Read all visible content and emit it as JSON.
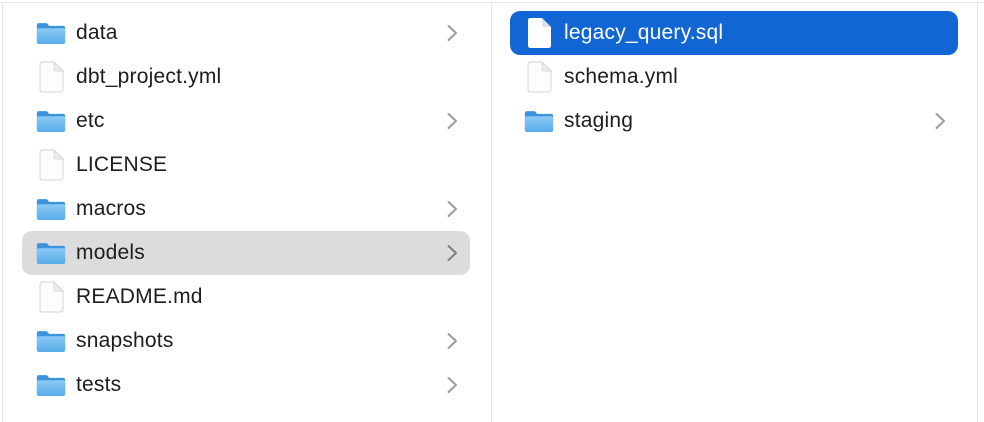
{
  "file_browser": {
    "view": "finder-column-view",
    "columns": [
      {
        "name": "column-left",
        "items": [
          {
            "label": "data",
            "type": "folder",
            "chevron": true,
            "selected": false
          },
          {
            "label": "dbt_project.yml",
            "type": "file",
            "chevron": false,
            "selected": false
          },
          {
            "label": "etc",
            "type": "folder",
            "chevron": true,
            "selected": false
          },
          {
            "label": "LICENSE",
            "type": "file",
            "chevron": false,
            "selected": false
          },
          {
            "label": "macros",
            "type": "folder",
            "chevron": true,
            "selected": false
          },
          {
            "label": "models",
            "type": "folder",
            "chevron": true,
            "selected": true,
            "selection_style": "inactive"
          },
          {
            "label": "README.md",
            "type": "file",
            "chevron": false,
            "selected": false
          },
          {
            "label": "snapshots",
            "type": "folder",
            "chevron": true,
            "selected": false
          },
          {
            "label": "tests",
            "type": "folder",
            "chevron": true,
            "selected": false
          }
        ]
      },
      {
        "name": "column-right",
        "items": [
          {
            "label": "legacy_query.sql",
            "type": "file",
            "chevron": false,
            "selected": true,
            "selection_style": "active"
          },
          {
            "label": "schema.yml",
            "type": "file",
            "chevron": false,
            "selected": false
          },
          {
            "label": "staging",
            "type": "folder",
            "chevron": true,
            "selected": false
          }
        ]
      }
    ]
  },
  "icons": {
    "folder-icon": "blue macOS folder",
    "document-icon": "blank page with folded top-right corner",
    "chevron-right-icon": "›"
  },
  "colors": {
    "selection_active": "#1166d3",
    "selection_inactive": "#dcdcdc",
    "text": "#1d1d1f",
    "text_selected": "#ffffff",
    "chevron": "#9b9b9f",
    "divider": "#e3e3e4",
    "background": "#ffffff",
    "folder_dark": "#3e93e0",
    "folder_light": "#8ccbf4"
  }
}
